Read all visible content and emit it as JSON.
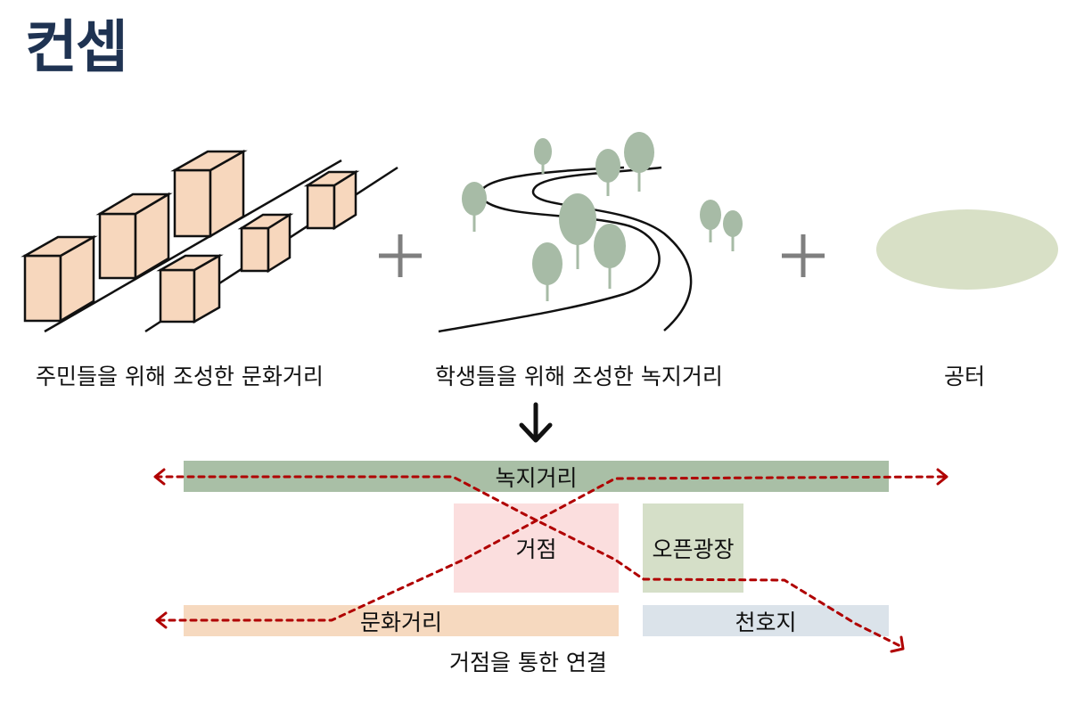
{
  "title": "컨셉",
  "concepts": [
    {
      "caption": "주민들을 위해 조성한 문화거리",
      "icon": "culture-street-buildings-icon"
    },
    {
      "caption": "학생들을 위해 조성한 녹지거리",
      "icon": "green-street-trees-icon"
    },
    {
      "caption": "공터",
      "icon": "vacant-lot-icon"
    }
  ],
  "operators": {
    "plus": "plus-icon",
    "result": "down-arrow-icon"
  },
  "diagram": {
    "green_street": "녹지거리",
    "hub": "거점",
    "open_plaza": "오픈광장",
    "culture_street": "문화거리",
    "lake": "천호지",
    "caption": "거점을 통한 연결"
  },
  "colors": {
    "title": "#1f3352",
    "building_fill": "#f7d7bd",
    "tree": "#a7bba6",
    "vacant_lot": "#d8e0c6",
    "plus": "#7f7f7f",
    "green_street": "#a9bfa6",
    "hub": "#fbdede",
    "open_plaza": "#d5dfc8",
    "culture_street": "#f6d9bf",
    "lake": "#dbe3ea",
    "connection": "#b00000"
  }
}
